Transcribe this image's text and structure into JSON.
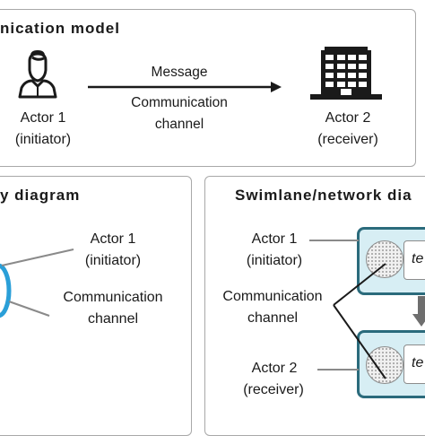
{
  "communication_model": {
    "title": "nication model",
    "actor1_name": "Actor 1",
    "actor1_role": "(initiator)",
    "message_label": "Message",
    "channel_line1": "Communication",
    "channel_line2": "channel",
    "actor2_name": "Actor 2",
    "actor2_role": "(receiver)",
    "icons": [
      "person-icon",
      "building-icon"
    ]
  },
  "left_panel": {
    "title": "y diagram",
    "actor1_name": "Actor 1",
    "actor1_role": "(initiator)",
    "channel_line1": "Communication",
    "channel_line2": "channel",
    "accent_color": "#2a9fd8"
  },
  "right_panel": {
    "title": "Swimlane/network dia",
    "actor1_name": "Actor 1",
    "actor1_role": "(initiator)",
    "channel_line1": "Communication",
    "channel_line2": "channel",
    "actor2_name": "Actor 2",
    "actor2_role": "(receiver)",
    "box_text_1": "te",
    "box_text_2": "te",
    "box_border_color": "#2b6b7c",
    "box_fill_color": "#d7eef4"
  }
}
